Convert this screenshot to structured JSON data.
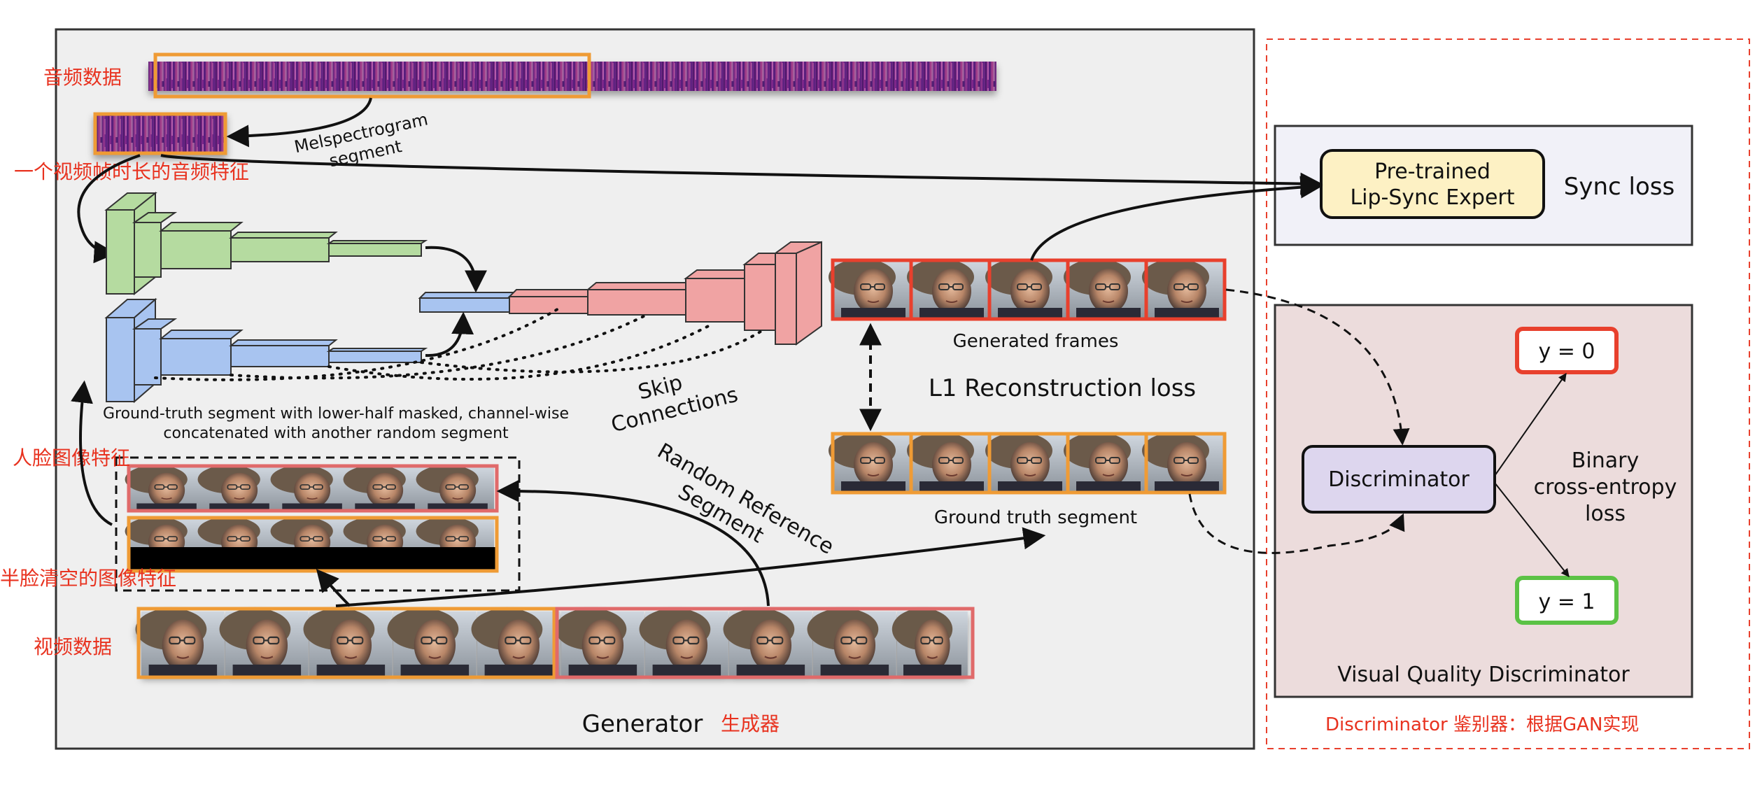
{
  "annotations_cn": {
    "audio_data": "音频数据",
    "audio_feature_per_frame": "一个视频帧时长的音频特征",
    "face_image_feature": "人脸图像特征",
    "half_face_cleared_feature": "半脸清空的图像特征",
    "video_data": "视频数据",
    "generator_cn": "生成器",
    "discriminator_note": "Discriminator 鉴别器：根据GAN实现"
  },
  "labels": {
    "melspectrogram_line1": "Melspectrogram",
    "melspectrogram_line2": "segment",
    "ground_truth_masked_line1": "Ground-truth segment with lower-half masked, channel-wise",
    "ground_truth_masked_line2": "concatenated with another random segment",
    "skip_line1": "Skip",
    "skip_line2": "Connections",
    "random_ref_line1": "Random Reference",
    "random_ref_line2": "Segment",
    "generated_frames": "Generated frames",
    "l1_loss": "L1 Reconstruction loss",
    "ground_truth_segment": "Ground truth segment",
    "generator": "Generator",
    "expert_line1": "Pre-trained",
    "expert_line2": "Lip-Sync Expert",
    "sync_loss": "Sync loss",
    "discriminator": "Discriminator",
    "y0": "y = 0",
    "y1": "y = 1",
    "bce_line1": "Binary",
    "bce_line2": "cross-entropy",
    "bce_line3": "loss",
    "vqd_title": "Visual Quality Discriminator"
  },
  "colors": {
    "annotation_red": "#e8321f",
    "encoder_audio_green": "#b5dba0",
    "encoder_face_blue": "#a8c4f0",
    "decoder_pink": "#f0a3a3",
    "expert_fill": "#fdf1c4",
    "discriminator_fill": "#ddd6ee",
    "generated_border": "#e8402d",
    "ground_truth_border": "#ef9b35",
    "y0_border": "#e8402d",
    "y1_border": "#5bc245",
    "sync_panel_fill": "#f1f1f8",
    "vqd_panel_fill": "#ecdcdc",
    "generator_panel_fill": "#efefef"
  }
}
